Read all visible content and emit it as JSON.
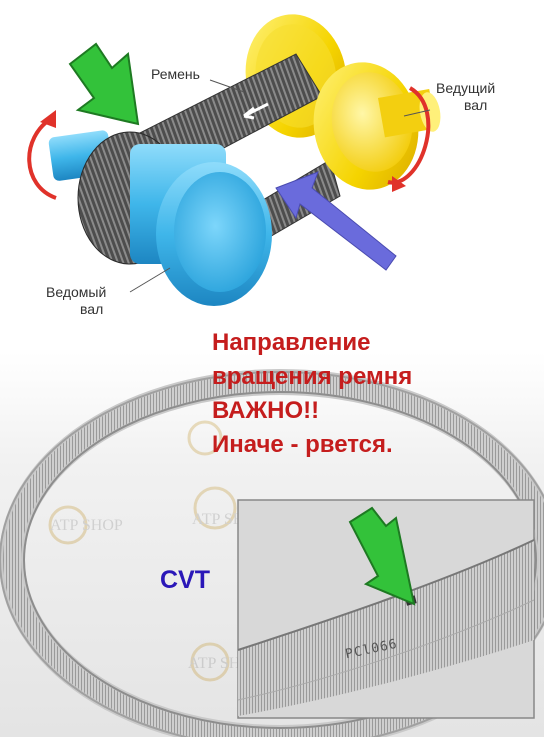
{
  "diagram": {
    "labels": {
      "belt": "Ремень",
      "driving_shaft_line1": "Ведущий",
      "driving_shaft_line2": "вал",
      "driven_shaft_line1": "Ведомый",
      "driven_shaft_line2": "вал"
    },
    "colors": {
      "driven_pulley": "#3fb6ea",
      "driving_pulley": "#f5d400",
      "belt": "#5a5a5a",
      "rotation_arrow": "#e0322a",
      "pointer_green": "#33c23a",
      "pointer_blue": "#6a6bdc"
    }
  },
  "message": {
    "line1": "Направление",
    "line2": "вращения ремня",
    "line3": "ВАЖНО!!",
    "line4": "Иначе - рвется.",
    "color": "#c51d1d"
  },
  "photo": {
    "cvt_label": "CVT",
    "cvt_color": "#2a17b8",
    "inset_code": "PCl066"
  }
}
